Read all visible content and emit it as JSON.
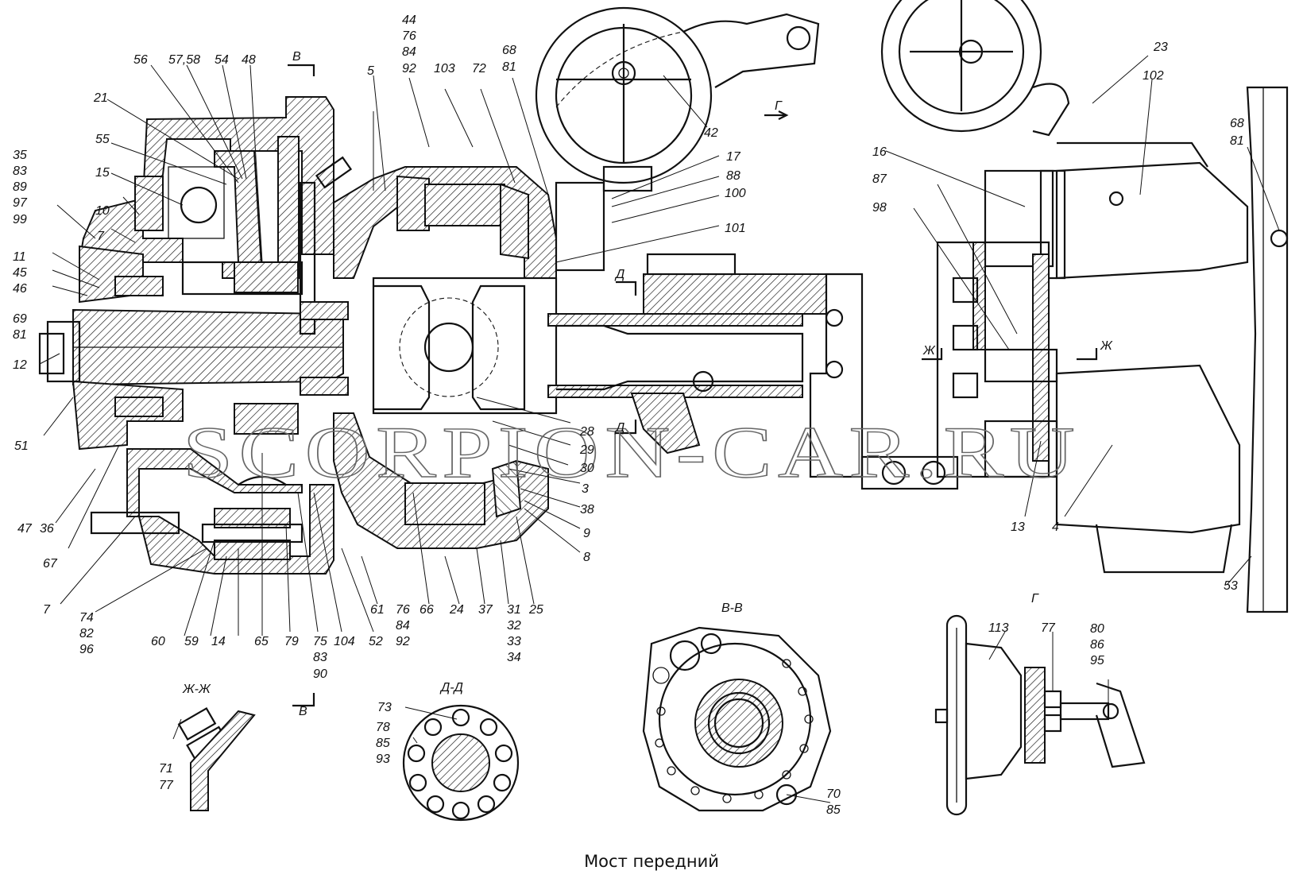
{
  "caption": "Мост передний",
  "watermark": "SCORPION-CAR.RU",
  "sections": {
    "vv": "В-В",
    "g": "Г",
    "zhzh": "Ж-Ж",
    "dd": "Д-Д"
  },
  "cut_marks": {
    "v": "В",
    "g": "Г",
    "d": "Д",
    "zh": "Ж"
  },
  "callouts": [
    {
      "id": "c35",
      "text": "35"
    },
    {
      "id": "c83a",
      "text": "83"
    },
    {
      "id": "c89",
      "text": "89"
    },
    {
      "id": "c97",
      "text": "97"
    },
    {
      "id": "c99",
      "text": "99"
    },
    {
      "id": "c10",
      "text": "10"
    },
    {
      "id": "c7a",
      "text": "7"
    },
    {
      "id": "c11",
      "text": "11"
    },
    {
      "id": "c45",
      "text": "45"
    },
    {
      "id": "c46",
      "text": "46"
    },
    {
      "id": "c69",
      "text": "69"
    },
    {
      "id": "c81a",
      "text": "81"
    },
    {
      "id": "c12",
      "text": "12"
    },
    {
      "id": "c51",
      "text": "51"
    },
    {
      "id": "c47",
      "text": "47"
    },
    {
      "id": "c36",
      "text": "36"
    },
    {
      "id": "c67",
      "text": "67"
    },
    {
      "id": "c7b",
      "text": "7"
    },
    {
      "id": "c74",
      "text": "74"
    },
    {
      "id": "c82",
      "text": "82"
    },
    {
      "id": "c96",
      "text": "96"
    },
    {
      "id": "c60",
      "text": "60"
    },
    {
      "id": "c59",
      "text": "59"
    },
    {
      "id": "c14",
      "text": "14"
    },
    {
      "id": "c65",
      "text": "65"
    },
    {
      "id": "c79",
      "text": "79"
    },
    {
      "id": "c75",
      "text": "75"
    },
    {
      "id": "c83b",
      "text": "83"
    },
    {
      "id": "c90",
      "text": "90"
    },
    {
      "id": "c104",
      "text": "104"
    },
    {
      "id": "c52",
      "text": "52"
    },
    {
      "id": "c61",
      "text": "61"
    },
    {
      "id": "c76b",
      "text": "76"
    },
    {
      "id": "c84b",
      "text": "84"
    },
    {
      "id": "c92b",
      "text": "92"
    },
    {
      "id": "c66",
      "text": "66"
    },
    {
      "id": "c24",
      "text": "24"
    },
    {
      "id": "c37",
      "text": "37"
    },
    {
      "id": "c31",
      "text": "31"
    },
    {
      "id": "c32",
      "text": "32"
    },
    {
      "id": "c33",
      "text": "33"
    },
    {
      "id": "c34",
      "text": "34"
    },
    {
      "id": "c25",
      "text": "25"
    },
    {
      "id": "c8",
      "text": "8"
    },
    {
      "id": "c9",
      "text": "9"
    },
    {
      "id": "c38",
      "text": "38"
    },
    {
      "id": "c3",
      "text": "3"
    },
    {
      "id": "c30",
      "text": "30"
    },
    {
      "id": "c29",
      "text": "29"
    },
    {
      "id": "c28",
      "text": "28"
    },
    {
      "id": "c56",
      "text": "56"
    },
    {
      "id": "c5758",
      "text": "57,58"
    },
    {
      "id": "c54",
      "text": "54"
    },
    {
      "id": "c48",
      "text": "48"
    },
    {
      "id": "c21",
      "text": "21"
    },
    {
      "id": "c55",
      "text": "55"
    },
    {
      "id": "c15",
      "text": "15"
    },
    {
      "id": "c5",
      "text": "5"
    },
    {
      "id": "c44",
      "text": "44"
    },
    {
      "id": "c76a",
      "text": "76"
    },
    {
      "id": "c84a",
      "text": "84"
    },
    {
      "id": "c92a",
      "text": "92"
    },
    {
      "id": "c103",
      "text": "103"
    },
    {
      "id": "c72",
      "text": "72"
    },
    {
      "id": "c68a",
      "text": "68"
    },
    {
      "id": "c81b",
      "text": "81"
    },
    {
      "id": "c42",
      "text": "42"
    },
    {
      "id": "c17",
      "text": "17"
    },
    {
      "id": "c88",
      "text": "88"
    },
    {
      "id": "c100",
      "text": "100"
    },
    {
      "id": "c101",
      "text": "101"
    },
    {
      "id": "c16",
      "text": "16"
    },
    {
      "id": "c87",
      "text": "87"
    },
    {
      "id": "c98",
      "text": "98"
    },
    {
      "id": "c23",
      "text": "23"
    },
    {
      "id": "c102",
      "text": "102"
    },
    {
      "id": "c68b",
      "text": "68"
    },
    {
      "id": "c81c",
      "text": "81"
    },
    {
      "id": "c13",
      "text": "13"
    },
    {
      "id": "c4",
      "text": "4"
    },
    {
      "id": "c53",
      "text": "53"
    },
    {
      "id": "c113",
      "text": "113"
    },
    {
      "id": "c77a",
      "text": "77"
    },
    {
      "id": "c80",
      "text": "80"
    },
    {
      "id": "c86",
      "text": "86"
    },
    {
      "id": "c95",
      "text": "95"
    },
    {
      "id": "c70",
      "text": "70"
    },
    {
      "id": "c85b",
      "text": "85"
    },
    {
      "id": "c73",
      "text": "73"
    },
    {
      "id": "c78",
      "text": "78"
    },
    {
      "id": "c85a",
      "text": "85"
    },
    {
      "id": "c93",
      "text": "93"
    },
    {
      "id": "c71",
      "text": "71"
    },
    {
      "id": "c77b",
      "text": "77"
    }
  ]
}
